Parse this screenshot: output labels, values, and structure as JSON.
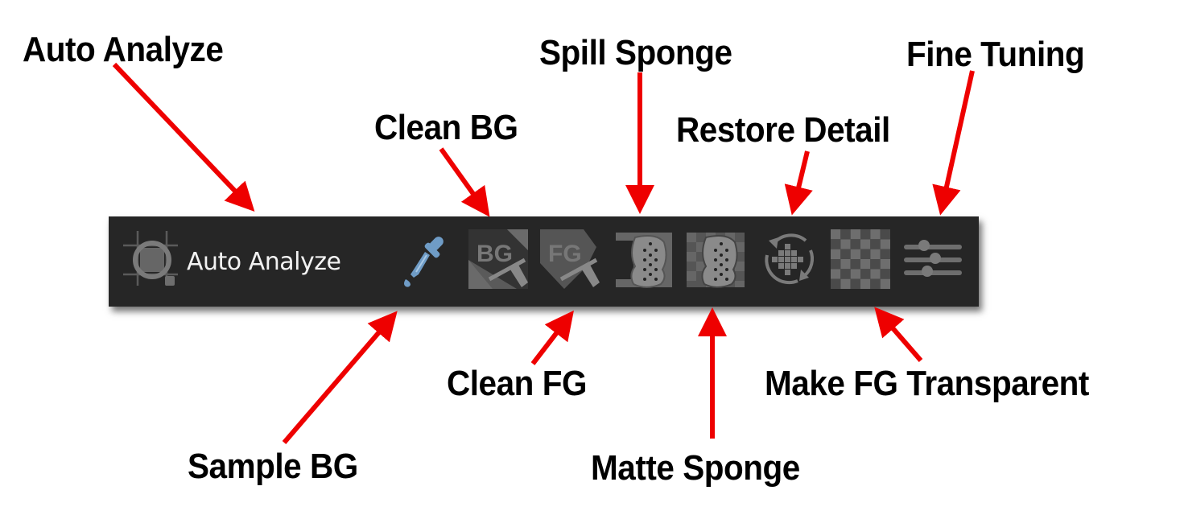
{
  "toolbar": {
    "background": "#262626",
    "icon_color": "#6e6e6e",
    "accent_color": "#6f9cc6",
    "tools": [
      {
        "id": "auto-analyze",
        "label": "Auto Analyze",
        "icon": "auto-analyze-icon"
      },
      {
        "id": "sample-bg",
        "icon": "eyedropper-icon"
      },
      {
        "id": "clean-bg",
        "icon": "clean-bg-icon",
        "glyph_text": "BG"
      },
      {
        "id": "clean-fg",
        "icon": "clean-fg-icon",
        "glyph_text": "FG"
      },
      {
        "id": "spill-sponge",
        "icon": "spill-sponge-icon"
      },
      {
        "id": "matte-sponge",
        "icon": "matte-sponge-icon"
      },
      {
        "id": "restore-detail",
        "icon": "restore-detail-icon"
      },
      {
        "id": "make-fg-transparent",
        "icon": "checkerboard-icon"
      },
      {
        "id": "fine-tuning",
        "icon": "sliders-icon"
      }
    ]
  },
  "callouts": {
    "arrow_color": "#ee0000",
    "auto_analyze": "Auto Analyze",
    "clean_bg": "Clean BG",
    "spill_sponge": "Spill Sponge",
    "restore_detail": "Restore Detail",
    "fine_tuning": "Fine Tuning",
    "sample_bg": "Sample BG",
    "clean_fg": "Clean FG",
    "matte_sponge": "Matte Sponge",
    "make_fg_transparent": "Make FG Transparent"
  }
}
